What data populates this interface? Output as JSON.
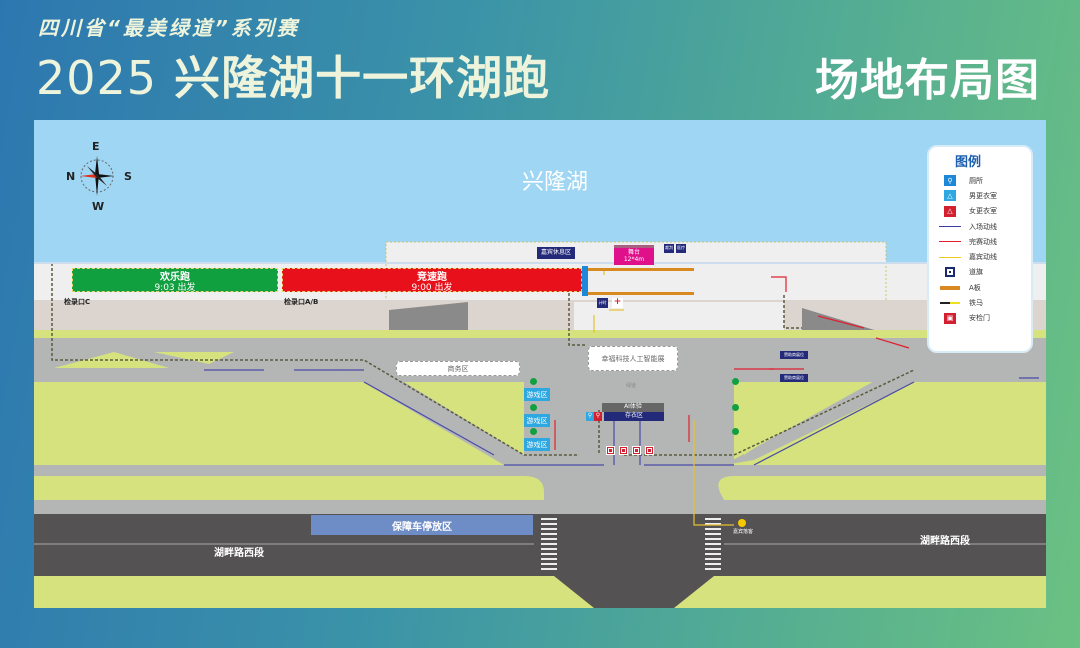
{
  "header": {
    "subtitle": "四川省“最美绿道”系列赛",
    "title_year": "2025",
    "title_main": "兴隆湖十一环湖跑",
    "layout_title": "场地布局图"
  },
  "map": {
    "lake_label": "兴隆湖",
    "compass": {
      "north": "N",
      "south": "S",
      "east": "E",
      "west": "W"
    },
    "start_bars": [
      {
        "name": "欢乐跑",
        "time": "9:03",
        "action": "出发",
        "color": "#10a040"
      },
      {
        "name": "竞速跑",
        "time": "9:00",
        "action": "出发",
        "color": "#e8101a"
      }
    ],
    "checkpoints": {
      "c": "检录口C",
      "ab": "检录口A/B"
    },
    "service_tags": {
      "vip_rest": "嘉宾休息区",
      "stage_name": "舞台",
      "stage_size": "12*4m",
      "tag_a": "裁判",
      "tag_b": "医疗",
      "tag_c": "计时",
      "exhibit_top": "AI体验",
      "exhibit_bottom": "存衣区",
      "sponsor": "赞助商展位"
    },
    "zones": {
      "commercial": "商务区",
      "ai_exhibit": "幸福科技人工智能展",
      "play": [
        "游戏区",
        "游戏区",
        "游戏区"
      ],
      "parking": "保障车停放区",
      "vip_drop": "嘉宾落客",
      "walkway": "绿道"
    },
    "roads": {
      "left": "湖畔路西段",
      "right": "湖畔路西段"
    }
  },
  "legend": {
    "title": "图例",
    "items": [
      {
        "icon": "toilet-icon",
        "label": "厕所",
        "color": "#1e88d8"
      },
      {
        "icon": "male-locker-icon",
        "label": "男更衣室",
        "color": "#2fa7e0"
      },
      {
        "icon": "female-locker-icon",
        "label": "女更衣室",
        "color": "#d32030"
      },
      {
        "icon": "entry-route-icon",
        "label": "入场动线",
        "color": "#3a3aa0"
      },
      {
        "icon": "finish-route-icon",
        "label": "完赛动线",
        "color": "#e02030"
      },
      {
        "icon": "vip-route-icon",
        "label": "嘉宾动线",
        "color": "#f0c820"
      },
      {
        "icon": "flag-icon",
        "label": "道旗",
        "color": "#1a2a6e"
      },
      {
        "icon": "a-board-icon",
        "label": "A板",
        "color": "#d88a20"
      },
      {
        "icon": "barrier-icon",
        "label": "铁马",
        "color": "#222222"
      },
      {
        "icon": "security-gate-icon",
        "label": "安检门",
        "color": "#d32030"
      }
    ]
  }
}
